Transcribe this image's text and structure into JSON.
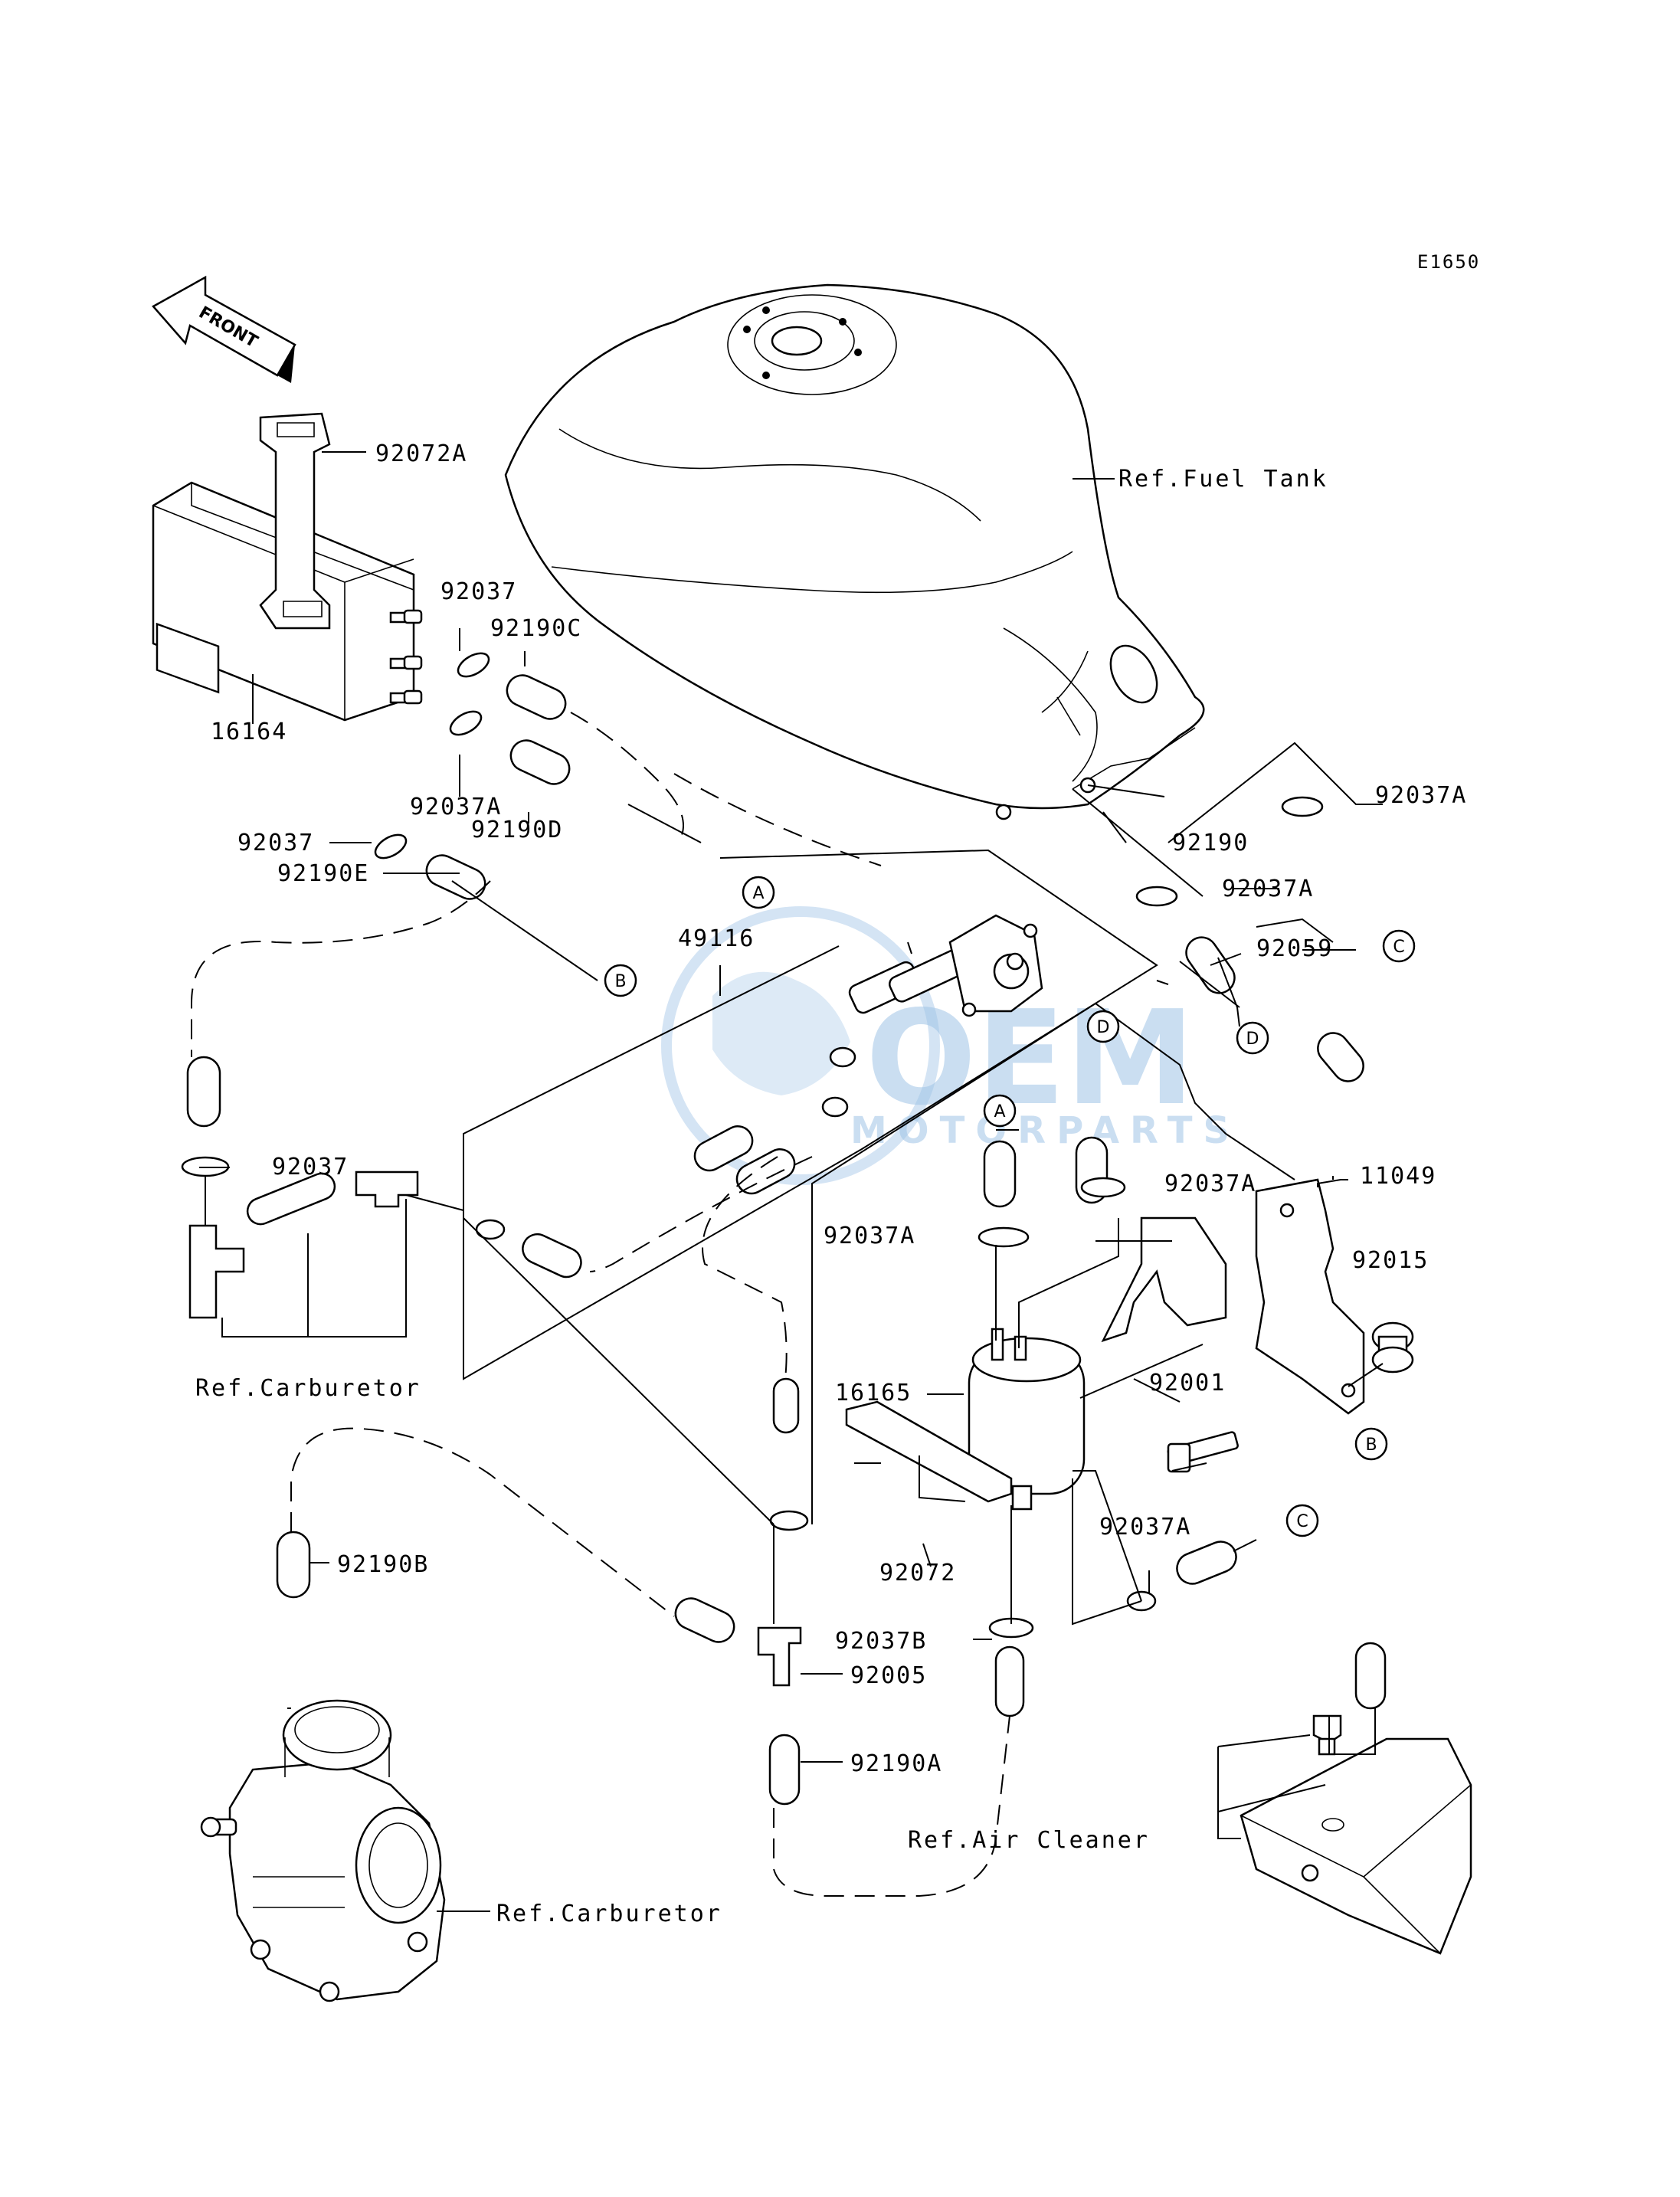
{
  "diagram_code": "E1650",
  "front_arrow_label": "FRONT",
  "watermark": {
    "line1": "OEM",
    "line2": "MOTORPARTS",
    "color": "#9fc4e6"
  },
  "part_labels": {
    "p92072A": "92072A",
    "p92037_top": "92037",
    "p92190C": "92190C",
    "p16164": "16164",
    "p92037A_canister": "92037A",
    "p92190D": "92190D",
    "p92037_mid": "92037",
    "p92190E": "92190E",
    "p92037A_tank1": "92037A",
    "p92190": "92190",
    "p92037A_tank2": "92037A",
    "p92059": "92059",
    "p49116": "49116",
    "p92037_left": "92037",
    "p11049": "11049",
    "p92037A_filter_top": "92037A",
    "p92037A_right": "92037A",
    "p92015": "92015",
    "p16165": "16165",
    "p92001": "92001",
    "p92072": "92072",
    "p92037A_lower": "92037A",
    "p92190B": "92190B",
    "p92037B": "92037B",
    "p92005": "92005",
    "p92190A": "92190A"
  },
  "ref_labels": {
    "fuel_tank": "Ref.Fuel Tank",
    "carburetor_top": "Ref.Carburetor",
    "carburetor_bottom": "Ref.Carburetor",
    "air_cleaner": "Ref.Air Cleaner"
  },
  "connector_labels": {
    "a_main": "A",
    "b_main": "B",
    "c_tank": "C",
    "d_tank": "D",
    "d_mid": "D",
    "a_mid": "A",
    "c_lower": "C",
    "b_right": "B"
  }
}
